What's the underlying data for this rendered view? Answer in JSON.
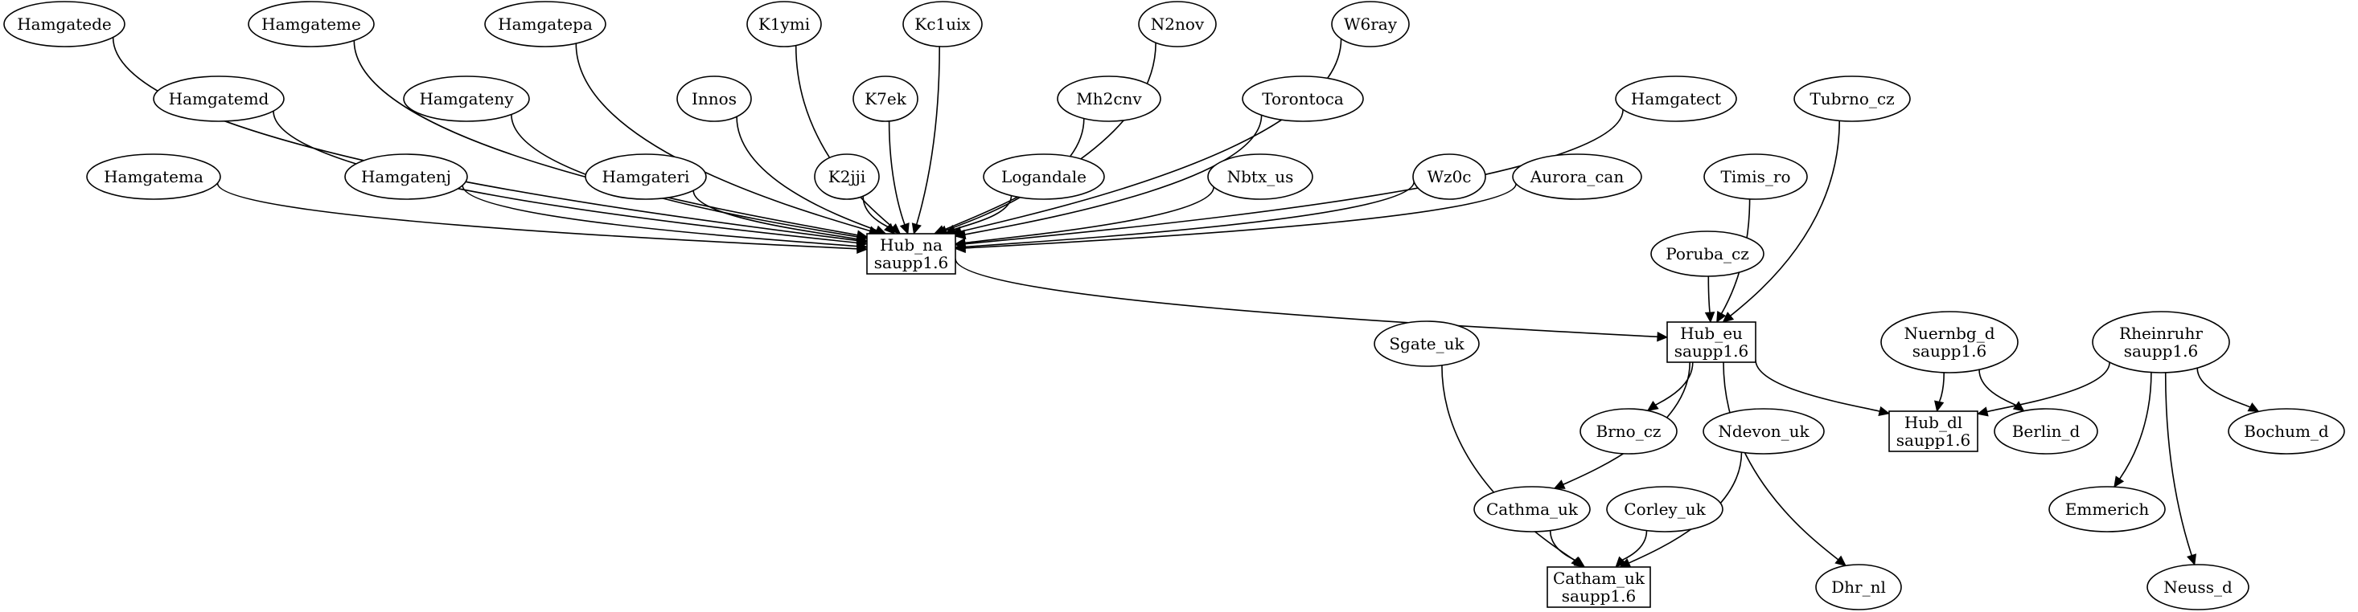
{
  "nodes": [
    {
      "id": "hamgatede",
      "lines": [
        "Hamgatede"
      ],
      "shape": "ellipse"
    },
    {
      "id": "hamgateme",
      "lines": [
        "Hamgateme"
      ],
      "shape": "ellipse"
    },
    {
      "id": "hamgatepa",
      "lines": [
        "Hamgatepa"
      ],
      "shape": "ellipse"
    },
    {
      "id": "k1ymi",
      "lines": [
        "K1ymi"
      ],
      "shape": "ellipse"
    },
    {
      "id": "kc1uix",
      "lines": [
        "Kc1uix"
      ],
      "shape": "ellipse"
    },
    {
      "id": "n2nov",
      "lines": [
        "N2nov"
      ],
      "shape": "ellipse"
    },
    {
      "id": "w6ray",
      "lines": [
        "W6ray"
      ],
      "shape": "ellipse"
    },
    {
      "id": "hamgatemd",
      "lines": [
        "Hamgatemd"
      ],
      "shape": "ellipse"
    },
    {
      "id": "hamgateny",
      "lines": [
        "Hamgateny"
      ],
      "shape": "ellipse"
    },
    {
      "id": "innos",
      "lines": [
        "Innos"
      ],
      "shape": "ellipse"
    },
    {
      "id": "k7ek",
      "lines": [
        "K7ek"
      ],
      "shape": "ellipse"
    },
    {
      "id": "mh2cnv",
      "lines": [
        "Mh2cnv"
      ],
      "shape": "ellipse"
    },
    {
      "id": "torontoca",
      "lines": [
        "Torontoca"
      ],
      "shape": "ellipse"
    },
    {
      "id": "hamgatect",
      "lines": [
        "Hamgatect"
      ],
      "shape": "ellipse"
    },
    {
      "id": "tubrno_cz",
      "lines": [
        "Tubrno_cz"
      ],
      "shape": "ellipse"
    },
    {
      "id": "hamgatema",
      "lines": [
        "Hamgatema"
      ],
      "shape": "ellipse"
    },
    {
      "id": "hamgatenj",
      "lines": [
        "Hamgatenj"
      ],
      "shape": "ellipse"
    },
    {
      "id": "hamgateri",
      "lines": [
        "Hamgateri"
      ],
      "shape": "ellipse"
    },
    {
      "id": "k2jji",
      "lines": [
        "K2jji"
      ],
      "shape": "ellipse"
    },
    {
      "id": "logandale",
      "lines": [
        "Logandale"
      ],
      "shape": "ellipse"
    },
    {
      "id": "nbtx_us",
      "lines": [
        "Nbtx_us"
      ],
      "shape": "ellipse"
    },
    {
      "id": "wz0c",
      "lines": [
        "Wz0c"
      ],
      "shape": "ellipse"
    },
    {
      "id": "aurora_can",
      "lines": [
        "Aurora_can"
      ],
      "shape": "ellipse"
    },
    {
      "id": "timis_ro",
      "lines": [
        "Timis_ro"
      ],
      "shape": "ellipse"
    },
    {
      "id": "hub_na",
      "lines": [
        "Hub_na",
        "saupp1.6"
      ],
      "shape": "box"
    },
    {
      "id": "poruba_cz",
      "lines": [
        "Poruba_cz"
      ],
      "shape": "ellipse"
    },
    {
      "id": "hub_eu",
      "lines": [
        "Hub_eu",
        "saupp1.6"
      ],
      "shape": "box"
    },
    {
      "id": "sgate_uk",
      "lines": [
        "Sgate_uk"
      ],
      "shape": "ellipse"
    },
    {
      "id": "nuernbg_d",
      "lines": [
        "Nuernbg_d",
        "saupp1.6"
      ],
      "shape": "ellipse"
    },
    {
      "id": "rheinruhr",
      "lines": [
        "Rheinruhr",
        "saupp1.6"
      ],
      "shape": "ellipse"
    },
    {
      "id": "brno_cz",
      "lines": [
        "Brno_cz"
      ],
      "shape": "ellipse"
    },
    {
      "id": "ndevon_uk",
      "lines": [
        "Ndevon_uk"
      ],
      "shape": "ellipse"
    },
    {
      "id": "hub_dl",
      "lines": [
        "Hub_dl",
        "saupp1.6"
      ],
      "shape": "box"
    },
    {
      "id": "berlin_d",
      "lines": [
        "Berlin_d"
      ],
      "shape": "ellipse"
    },
    {
      "id": "bochum_d",
      "lines": [
        "Bochum_d"
      ],
      "shape": "ellipse"
    },
    {
      "id": "cathma_uk",
      "lines": [
        "Cathma_uk"
      ],
      "shape": "ellipse"
    },
    {
      "id": "corley_uk",
      "lines": [
        "Corley_uk"
      ],
      "shape": "ellipse"
    },
    {
      "id": "emmerich",
      "lines": [
        "Emmerich"
      ],
      "shape": "ellipse"
    },
    {
      "id": "catham_uk",
      "lines": [
        "Catham_uk",
        "saupp1.6"
      ],
      "shape": "box"
    },
    {
      "id": "dhr_nl",
      "lines": [
        "Dhr_nl"
      ],
      "shape": "ellipse"
    },
    {
      "id": "neuss_d",
      "lines": [
        "Neuss_d"
      ],
      "shape": "ellipse"
    }
  ],
  "edges": [
    {
      "from": "hamgatede",
      "to": "hub_na"
    },
    {
      "from": "hamgateme",
      "to": "hub_na"
    },
    {
      "from": "hamgatepa",
      "to": "hub_na"
    },
    {
      "from": "k1ymi",
      "to": "hub_na"
    },
    {
      "from": "kc1uix",
      "to": "hub_na"
    },
    {
      "from": "n2nov",
      "to": "hub_na"
    },
    {
      "from": "w6ray",
      "to": "hub_na"
    },
    {
      "from": "hamgatemd",
      "to": "hub_na"
    },
    {
      "from": "hamgateny",
      "to": "hub_na"
    },
    {
      "from": "innos",
      "to": "hub_na"
    },
    {
      "from": "k7ek",
      "to": "hub_na"
    },
    {
      "from": "mh2cnv",
      "to": "hub_na"
    },
    {
      "from": "torontoca",
      "to": "hub_na"
    },
    {
      "from": "hamgatect",
      "to": "hub_na"
    },
    {
      "from": "hamgatema",
      "to": "hub_na"
    },
    {
      "from": "hamgatenj",
      "to": "hub_na"
    },
    {
      "from": "hamgateri",
      "to": "hub_na"
    },
    {
      "from": "k2jji",
      "to": "hub_na"
    },
    {
      "from": "logandale",
      "to": "hub_na"
    },
    {
      "from": "nbtx_us",
      "to": "hub_na"
    },
    {
      "from": "wz0c",
      "to": "hub_na"
    },
    {
      "from": "aurora_can",
      "to": "hub_na"
    },
    {
      "from": "hub_na",
      "to": "hub_eu"
    },
    {
      "from": "tubrno_cz",
      "to": "hub_eu"
    },
    {
      "from": "timis_ro",
      "to": "hub_eu"
    },
    {
      "from": "poruba_cz",
      "to": "hub_eu"
    },
    {
      "from": "hub_eu",
      "to": "brno_cz"
    },
    {
      "from": "hub_eu",
      "to": "cathma_uk"
    },
    {
      "from": "hub_eu",
      "to": "hub_dl"
    },
    {
      "from": "hub_eu",
      "to": "dhr_nl"
    },
    {
      "from": "nuernbg_d",
      "to": "hub_dl"
    },
    {
      "from": "nuernbg_d",
      "to": "berlin_d"
    },
    {
      "from": "rheinruhr",
      "to": "hub_dl"
    },
    {
      "from": "rheinruhr",
      "to": "bochum_d"
    },
    {
      "from": "rheinruhr",
      "to": "emmerich"
    },
    {
      "from": "rheinruhr",
      "to": "neuss_d"
    },
    {
      "from": "sgate_uk",
      "to": "catham_uk"
    },
    {
      "from": "ndevon_uk",
      "to": "catham_uk"
    },
    {
      "from": "cathma_uk",
      "to": "catham_uk"
    },
    {
      "from": "corley_uk",
      "to": "catham_uk"
    }
  ]
}
